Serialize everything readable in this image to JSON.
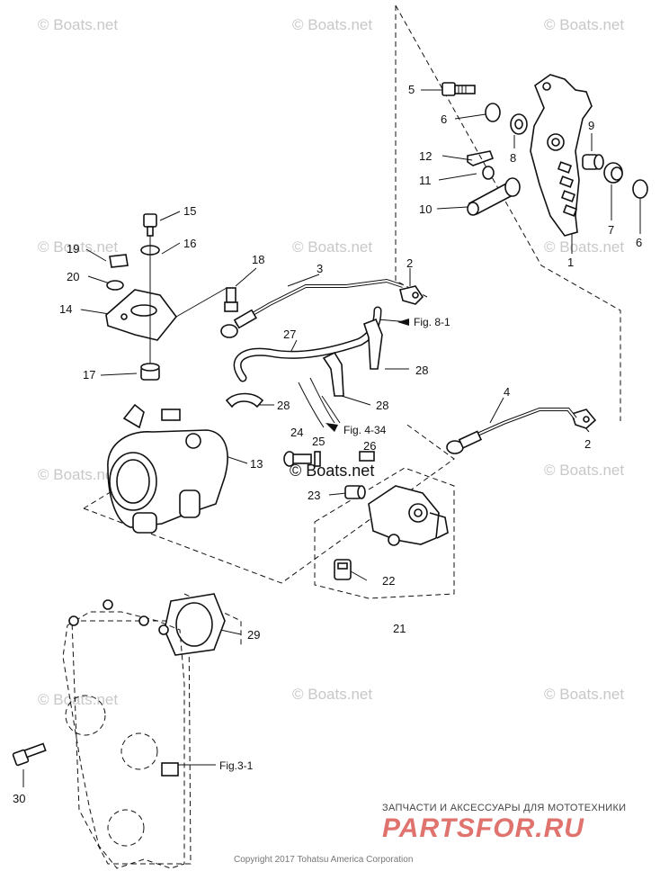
{
  "watermarks": [
    "© Boats.net",
    "© Boats.net",
    "© Boats.net",
    "© Boats.net",
    "© Boats.net",
    "© Boats.net",
    "© Boats.net",
    "© Boats.net",
    "© Boats.net",
    "© Boats.net"
  ],
  "inline_watermark": "© Boats.net",
  "callouts": [
    "1",
    "2",
    "2",
    "3",
    "4",
    "5",
    "6",
    "6",
    "7",
    "8",
    "9",
    "10",
    "11",
    "12",
    "13",
    "14",
    "15",
    "16",
    "17",
    "18",
    "19",
    "20",
    "21",
    "22",
    "23",
    "24",
    "25",
    "26",
    "27",
    "28",
    "28",
    "28",
    "29",
    "30"
  ],
  "references": {
    "fig81": "Fig. 8-1",
    "fig434": "Fig. 4-34",
    "fig31": "Fig.3-1"
  },
  "brand": {
    "tagline": "ЗАПЧАСТИ И АКСЕССУАРЫ ДЛЯ МОТОТЕХНИКИ",
    "logo": "PARTSFOR.RU"
  },
  "copyright": "Copyright 2017 Tohatsu America Corporation"
}
